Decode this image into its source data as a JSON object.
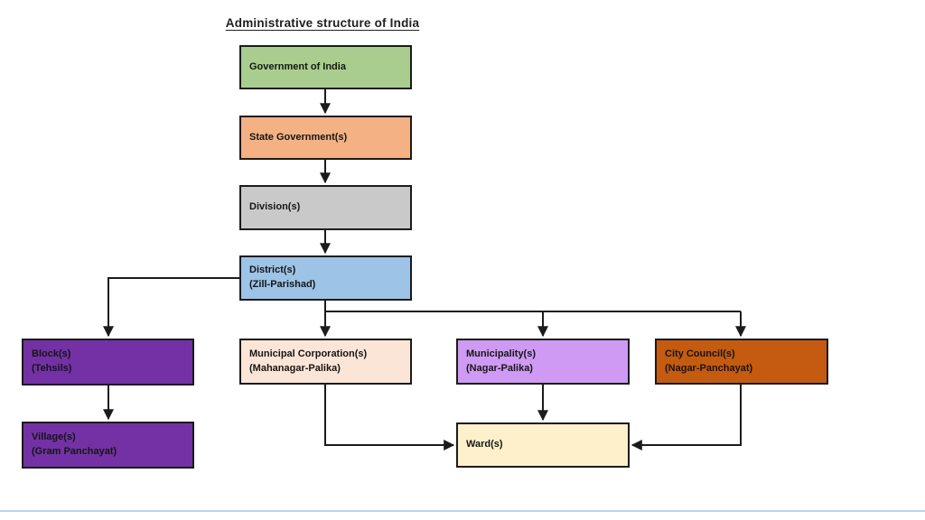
{
  "title": "Administrative structure of India",
  "footer_line_color": "#bcd2e4",
  "wire_color": "#1b1b1b",
  "nodes": {
    "government": {
      "label": "Government of India",
      "color": "#a9cd8e"
    },
    "state": {
      "label": "State Government(s)",
      "color": "#f4b183"
    },
    "division": {
      "label": "Division(s)",
      "color": "#c9c9c9"
    },
    "district": {
      "label": "District(s)",
      "sublabel": "(Zill-Parishad)",
      "color": "#9dc3e6"
    },
    "block": {
      "label": "Block(s)",
      "sublabel": "(Tehsils)",
      "color": "#7331a5"
    },
    "village": {
      "label": "Village(s)",
      "sublabel": "(Gram Panchayat)",
      "color": "#7331a5"
    },
    "municipal_corporation": {
      "label": "Municipal Corporation(s)",
      "sublabel": "(Mahanagar-Palika)",
      "color": "#fbe5d6"
    },
    "municipality": {
      "label": "Municipality(s)",
      "sublabel": "(Nagar-Palika)",
      "color": "#cf9af3"
    },
    "city_council": {
      "label": "City Council(s)",
      "sublabel": "(Nagar-Panchayat)",
      "color": "#c55a11"
    },
    "ward": {
      "label": "Ward(s)",
      "color": "#fdf0cb"
    }
  },
  "edges": [
    {
      "from": "Government of India",
      "to": "State Government(s)"
    },
    {
      "from": "State Government(s)",
      "to": "Division(s)"
    },
    {
      "from": "Division(s)",
      "to": "District(s)"
    },
    {
      "from": "District(s)",
      "to": "Block(s)"
    },
    {
      "from": "District(s)",
      "to": "Municipal Corporation(s)"
    },
    {
      "from": "District(s)",
      "to": "Municipality(s)"
    },
    {
      "from": "District(s)",
      "to": "City Council(s)"
    },
    {
      "from": "Block(s)",
      "to": "Village(s)"
    },
    {
      "from": "Municipal Corporation(s)",
      "to": "Ward(s)"
    },
    {
      "from": "Municipality(s)",
      "to": "Ward(s)"
    },
    {
      "from": "City Council(s)",
      "to": "Ward(s)"
    }
  ]
}
